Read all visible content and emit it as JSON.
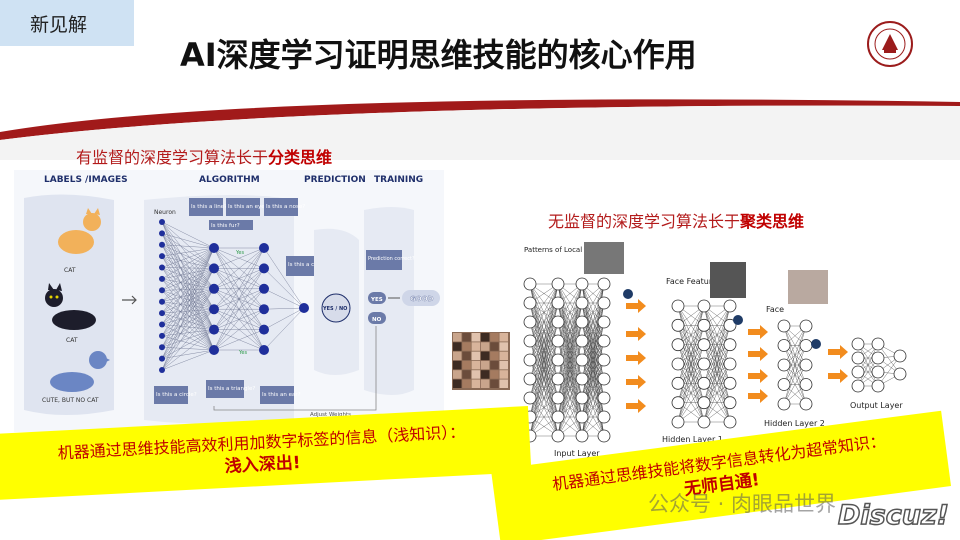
{
  "slide": {
    "tag": "新见解",
    "title": "AI深度学习证明思维技能的核心作用"
  },
  "left": {
    "caption_prefix": "有监督的深度学习算法长于",
    "caption_emph": "分类思维",
    "headers": [
      "LABELS /IMAGES",
      "ALGORITHM",
      "PREDICTION",
      "TRAINING"
    ],
    "labels": [
      "CAT",
      "CAT",
      "CUTE, BUT NO CAT"
    ],
    "neuron": "Neuron",
    "questions": [
      "Is this a line?",
      "Is this an eye?",
      "Is this a nose?",
      "Is this fur?",
      "Is this a cat?",
      "Is this a circle?",
      "Is this a triangle?",
      "Is this an ear?"
    ],
    "yes": "Yes",
    "yesno": "YES / NO",
    "prediction_q": "Prediction correct?",
    "yes_btn": "YES",
    "no_btn": "NO",
    "good": "GOOD",
    "adjust": "Adjust Weights"
  },
  "right": {
    "caption_prefix": "无监督的深度学习算法长于",
    "caption_emph": "聚类思维",
    "labels": {
      "patterns": "Patterns of Local Contrast",
      "face_features": "Face Features",
      "face": "Face",
      "input": "Input Layer",
      "hidden1": "Hidden Layer 1",
      "hidden2": "Hidden Layer 2",
      "output": "Output Layer"
    }
  },
  "banners": {
    "b1_text": "机器通过思维技能高效利用加数字标签的信息（浅知识）：",
    "b1_emph": "浅入深出!",
    "b2_text": "机器通过思维技能将数字信息转化为超常知识：",
    "b2_emph": "无师自通!"
  },
  "watermarks": {
    "wechat": "公众号 · 肉眼品世界",
    "discuz": "Discuz!"
  },
  "colors": {
    "caption": "#b31b1b",
    "banner_bg": "#ffff00",
    "banner_text": "#c00000",
    "tag_bg": "#cfe2f3",
    "swoosh": "#a11a1a",
    "diagram_blue": "#1f2f6b",
    "arrow_orange": "#f28c1e"
  }
}
